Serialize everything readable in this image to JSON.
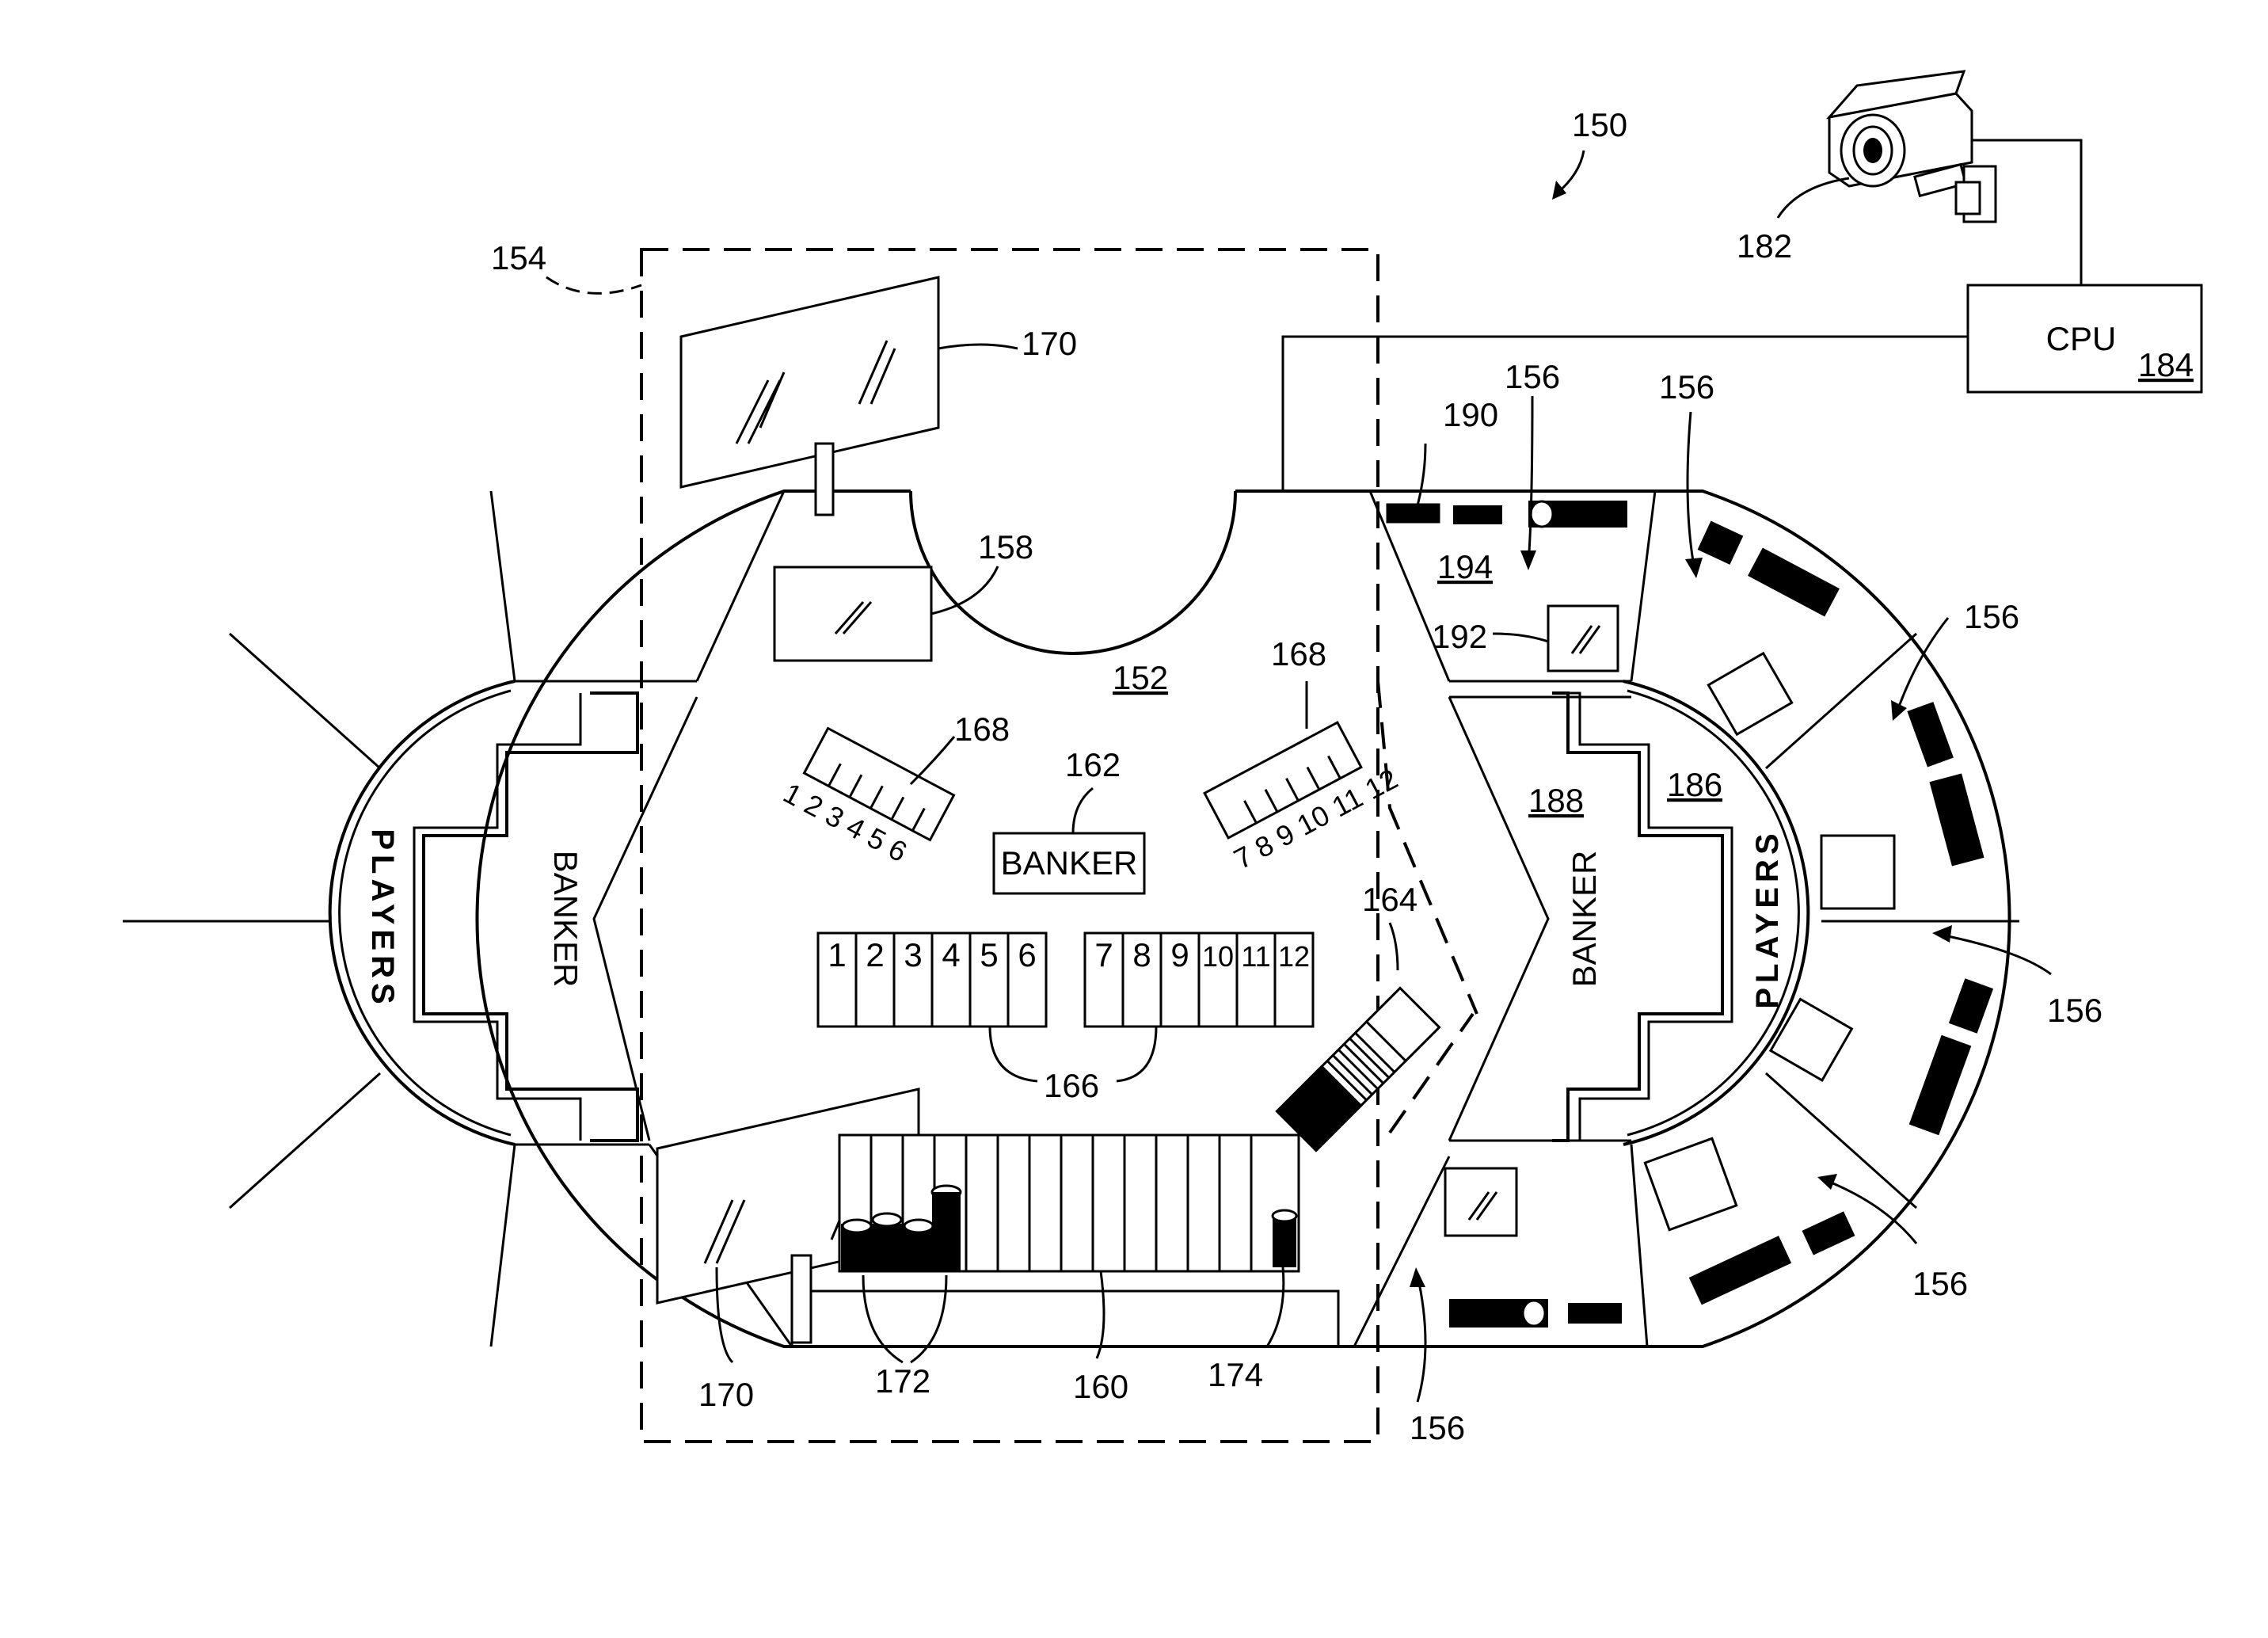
{
  "figure": {
    "refs": {
      "r150": "150",
      "r152": "152",
      "r154": "154",
      "r156": "156",
      "r158": "158",
      "r160": "160",
      "r162": "162",
      "r164": "164",
      "r166": "166",
      "r168": "168",
      "r170": "170",
      "r172": "172",
      "r174": "174",
      "r182": "182",
      "r184": "184",
      "r186": "186",
      "r188": "188",
      "r190": "190",
      "r192": "192",
      "r194": "194"
    },
    "cpu_label": "CPU",
    "banker_label": "BANKER",
    "players_label": "PLAYERS",
    "betting_boxes_left": [
      "1",
      "2",
      "3",
      "4",
      "5",
      "6"
    ],
    "betting_boxes_right": [
      "7",
      "8",
      "9",
      "10",
      "11",
      "12"
    ],
    "rack_left_numbers": "1 2 3 4 5 6",
    "rack_right_numbers": "7 8 9 10 11 12"
  }
}
